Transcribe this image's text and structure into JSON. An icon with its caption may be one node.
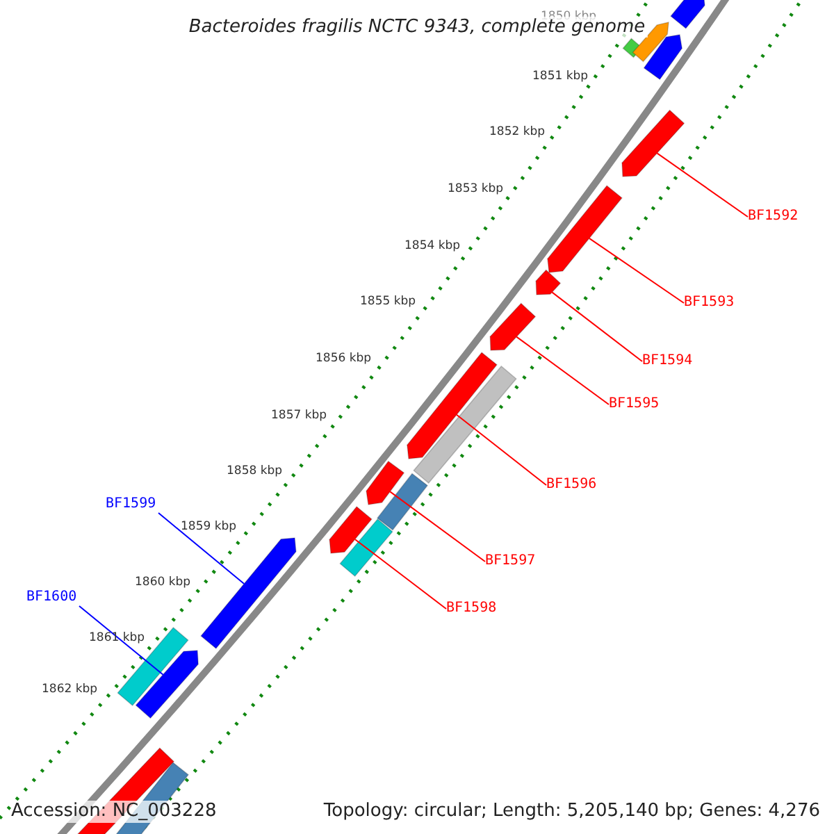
{
  "diagram": {
    "title": "Bacteroides fragilis NCTC 9343, complete genome",
    "nodes": [
      {
        "text": [
          "BF1592"
        ]
      },
      {
        "text": [
          "BF1593"
        ]
      },
      {
        "text": [
          "BF1594"
        ]
      },
      {
        "text": [
          "BF1595"
        ]
      },
      {
        "text": [
          "BF1596"
        ]
      },
      {
        "text": [
          "BF1597"
        ]
      },
      {
        "text": [
          "BF1598"
        ]
      },
      {
        "text": [
          "BF1599"
        ]
      },
      {
        "text": [
          "BF1600"
        ]
      },
      {
        "text": [],
        "shape": "bar"
      },
      {
        "text": [],
        "shape": "bar"
      },
      {
        "text": [],
        "shape": "bar"
      },
      {
        "text": [],
        "shape": "bar"
      },
      {
        "text": [],
        "shape": "bar"
      },
      {
        "text": [],
        "shape": "bar"
      },
      {
        "text": [],
        "shape": "bar"
      },
      {
        "text": [],
        "shape": "bar"
      },
      {
        "text": [],
        "shape": "bar"
      },
      {
        "text": [],
        "shape": "bar"
      },
      {
        "text": [],
        "shape": "bar"
      },
      {
        "text": [],
        "shape": "bar"
      },
      {
        "text": [],
        "shape": "bar"
      },
      {
        "text": [],
        "shape": "bar"
      },
      {
        "text": [],
        "shape": "bar"
      },
      {
        "text": [],
        "shape": "bar"
      },
      {
        "text": [],
        "shape": "bar"
      },
      {
        "text": [],
        "shape": "bar"
      },
      {
        "text": [],
        "shape": "bar"
      }
    ],
    "edges": [
      {
        "from": 0,
        "to": 9,
        "arrow": "none"
      },
      {
        "from": 1,
        "to": 10,
        "arrow": "none"
      },
      {
        "from": 2,
        "to": 11,
        "arrow": "none"
      },
      {
        "from": 3,
        "to": 12,
        "arrow": "none"
      },
      {
        "from": 4,
        "to": 13,
        "arrow": "none"
      },
      {
        "from": 5,
        "to": 14,
        "arrow": "none"
      },
      {
        "from": 6,
        "to": 15,
        "arrow": "none"
      },
      {
        "from": 7,
        "to": 16,
        "arrow": "none",
        "color": "#0000ff"
      },
      {
        "from": 8,
        "to": 17,
        "arrow": "none",
        "color": "#0000ff"
      }
    ],
    "labels": [
      "1850 kbp",
      "1851 kbp",
      "1852 kbp",
      "1853 kbp",
      "1854 kbp",
      "1855 kbp",
      "1856 kbp",
      "1857 kbp",
      "1858 kbp",
      "1859 kbp",
      "1860 kbp",
      "1861 kbp",
      "1862 kbp",
      "Accession: NC_003228",
      "Topology: circular; Length: 5,205,140 bp; Genes: 4,276"
    ]
  }
}
